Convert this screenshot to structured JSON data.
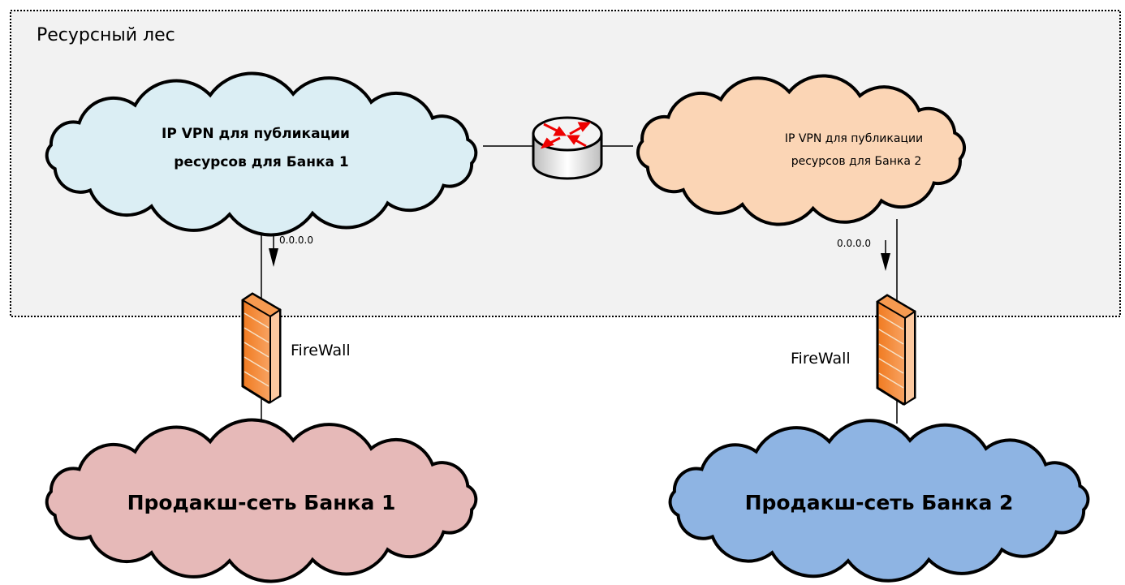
{
  "forest": {
    "label": "Ресурсный лес"
  },
  "clouds": {
    "vpn1": {
      "line1": "IP VPN для публикации",
      "line2": "ресурсов для Банка 1",
      "color": "#dbeef4"
    },
    "vpn2": {
      "line1": "IP VPN для публикации",
      "line2": "ресурсов для Банка 2",
      "color": "#fbd5b5"
    },
    "prod1": {
      "label": "Продакш-сеть Банка 1",
      "color": "#e6b9b8"
    },
    "prod2": {
      "label": "Продакш-сеть Банка 2",
      "color": "#8eb4e3"
    }
  },
  "routes": {
    "left": "0.0.0.0",
    "right": "0.0.0.0"
  },
  "firewalls": {
    "left": "FireWall",
    "right": "FireWall"
  },
  "icons": {
    "router": "router-icon",
    "firewall": "firewall-icon"
  }
}
